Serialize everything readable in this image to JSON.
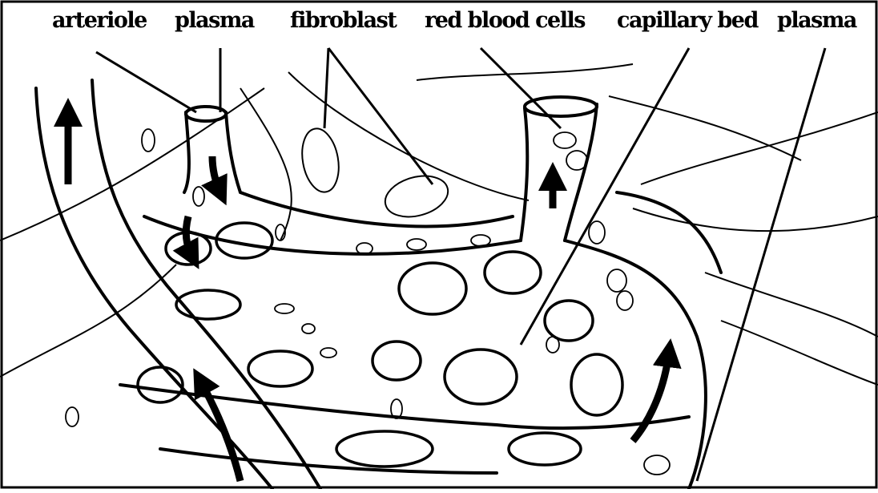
{
  "labels": {
    "arteriole": "arteriole",
    "plasma_left": "plasma",
    "fibroblast": "fibroblast",
    "red_blood_cells": "red blood cells",
    "capillary_bed": "capillary bed",
    "plasma_right": "plasma"
  },
  "colors": {
    "ink": "#000000",
    "paper": "#ffffff"
  }
}
